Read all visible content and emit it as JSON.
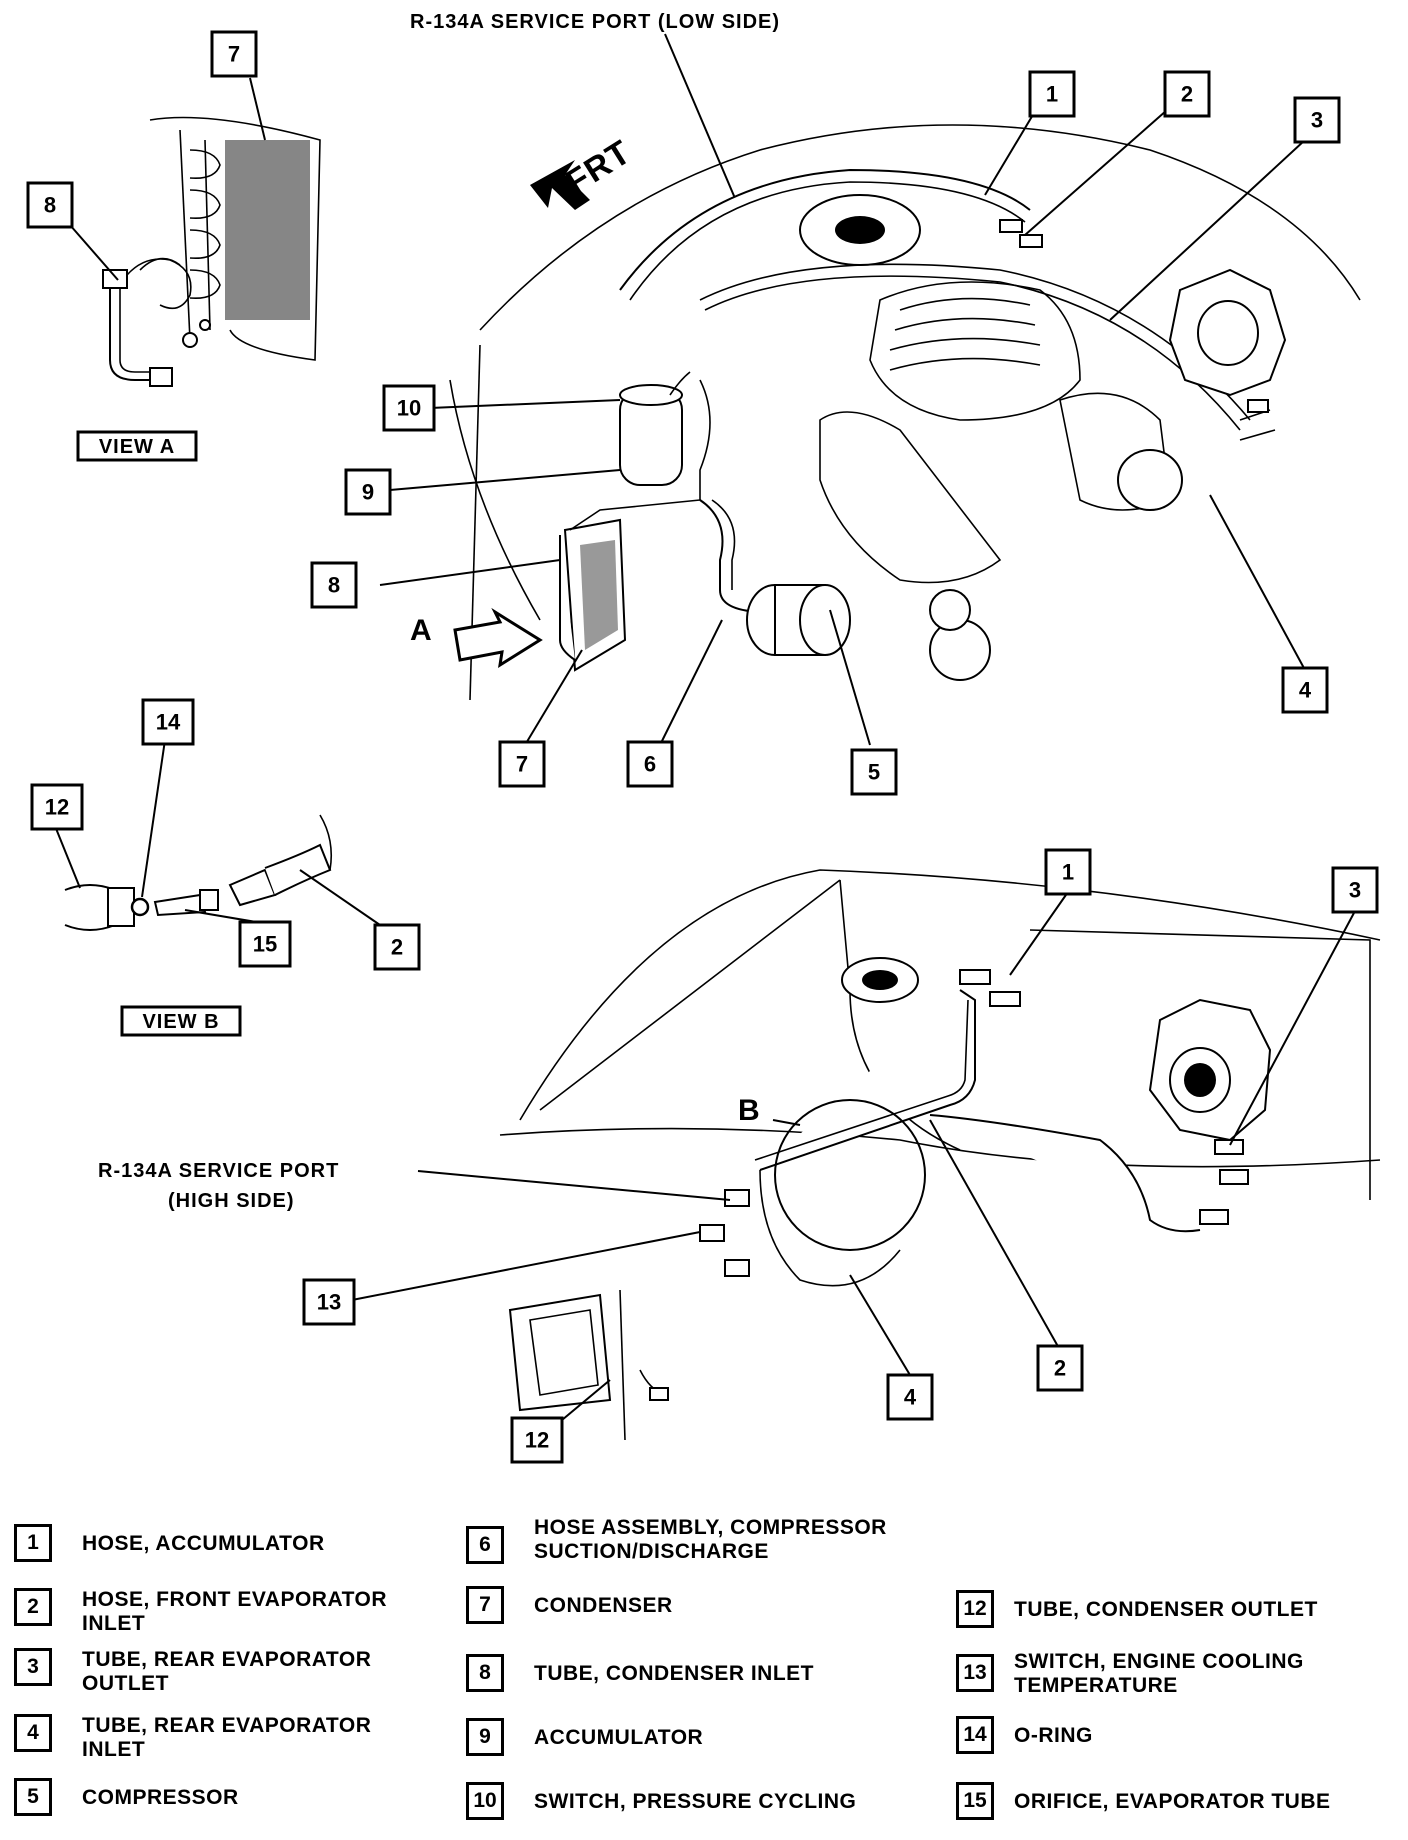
{
  "labels": {
    "low_side_port": "R-134A SERVICE PORT (LOW SIDE)",
    "high_side_port_line1": "R-134A SERVICE PORT",
    "high_side_port_line2": "(HIGH SIDE)",
    "front_arrow": "FRT",
    "view_a": "VIEW A",
    "view_b": "VIEW B",
    "letter_a": "A",
    "letter_b": "B"
  },
  "callouts": {
    "top": [
      "1",
      "2",
      "3",
      "4",
      "5",
      "6",
      "7",
      "8",
      "9",
      "10"
    ],
    "view_a": [
      "7",
      "8"
    ],
    "view_b": [
      "12",
      "14",
      "15",
      "2"
    ],
    "bottom": [
      "1",
      "3",
      "13",
      "4",
      "2",
      "12"
    ]
  },
  "legend": [
    {
      "num": "1",
      "text": "HOSE, ACCUMULATOR"
    },
    {
      "num": "2",
      "text": "HOSE, FRONT EVAPORATOR\nINLET"
    },
    {
      "num": "3",
      "text": "TUBE, REAR EVAPORATOR\nOUTLET"
    },
    {
      "num": "4",
      "text": "TUBE, REAR EVAPORATOR\nINLET"
    },
    {
      "num": "5",
      "text": "COMPRESSOR"
    },
    {
      "num": "6",
      "text": "HOSE ASSEMBLY, COMPRESSOR\nSUCTION/DISCHARGE"
    },
    {
      "num": "7",
      "text": "CONDENSER"
    },
    {
      "num": "8",
      "text": "TUBE, CONDENSER INLET"
    },
    {
      "num": "9",
      "text": "ACCUMULATOR"
    },
    {
      "num": "10",
      "text": "SWITCH, PRESSURE CYCLING"
    },
    {
      "num": "12",
      "text": "TUBE, CONDENSER OUTLET"
    },
    {
      "num": "13",
      "text": "SWITCH, ENGINE COOLING\nTEMPERATURE"
    },
    {
      "num": "14",
      "text": "O-RING"
    },
    {
      "num": "15",
      "text": "ORIFICE, EVAPORATOR TUBE"
    }
  ]
}
